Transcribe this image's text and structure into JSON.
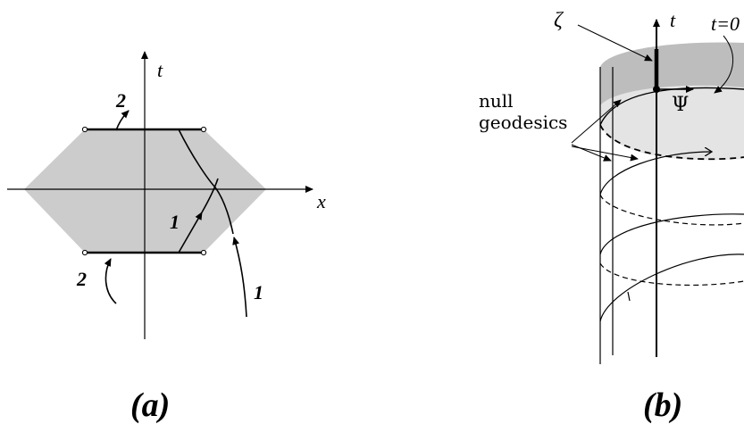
{
  "panel_a": {
    "caption": "(a)",
    "axis_t_label": "t",
    "axis_x_label": "x",
    "curve_labels": [
      "2",
      "1",
      "2",
      "1"
    ]
  },
  "panel_b": {
    "caption": "(b)",
    "zeta_label": "ζ",
    "t_axis_label": "t",
    "t_equals_label": "t=0",
    "psi_label": "Ψ",
    "null_label": "null",
    "geodesics_label": "geodesics"
  },
  "colors": {
    "region_fill": "#cccccc",
    "cap_fill_dark": "#bdbdbd",
    "cap_fill_light": "#e4e4e4",
    "ink": "#000000"
  }
}
